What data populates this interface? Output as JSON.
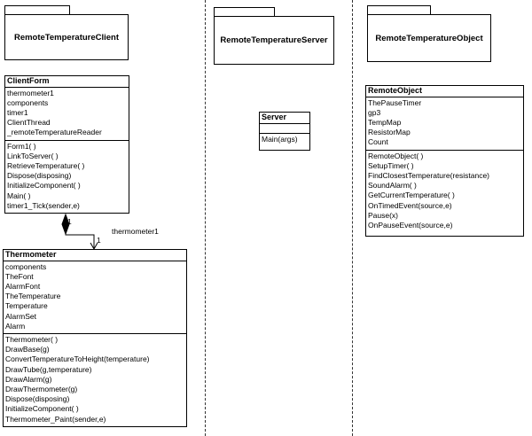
{
  "packages": {
    "client": "RemoteTemperatureClient",
    "server": "RemoteTemperatureServer",
    "object": "RemoteTemperatureObject"
  },
  "classes": {
    "client_form": {
      "name": "ClientForm",
      "attributes": [
        "thermometer1",
        "components",
        "timer1",
        "ClientThread",
        "_remoteTemperatureReader"
      ],
      "operations": [
        "Form1( )",
        "LinkToServer( )",
        "RetrieveTemperature( )",
        "Dispose(disposing)",
        "InitializeComponent( )",
        "Main( )",
        "timer1_Tick(sender,e)"
      ]
    },
    "thermometer": {
      "name": "Thermometer",
      "attributes": [
        "components",
        "TheFont",
        "AlarmFont",
        "TheTemperature",
        "Temperature",
        "AlarmSet",
        "Alarm"
      ],
      "operations": [
        "Thermometer( )",
        "DrawBase(g)",
        "ConvertTemperatureToHeight(temperature)",
        "DrawTube(g,temperature)",
        "DrawAlarm(g)",
        "DrawThermometer(g)",
        "Dispose(disposing)",
        "InitializeComponent( )",
        "Thermometer_Paint(sender,e)"
      ]
    },
    "server": {
      "name": "Server",
      "attributes": [],
      "operations": [
        "Main(args)"
      ]
    },
    "remote_object": {
      "name": "RemoteObject",
      "attributes": [
        "ThePauseTimer",
        "gp3",
        "TempMap",
        "ResistorMap",
        "Count"
      ],
      "operations": [
        "RemoteObject( )",
        "SetupTimer( )",
        "FindClosestTemperature(resistance)",
        "SoundAlarm( )",
        "GetCurrentTemperature( )",
        "OnTimedEvent(source,e)",
        "Pause(x)",
        "OnPauseEvent(source,e)"
      ]
    }
  },
  "association": {
    "role": "thermometer1",
    "source_multiplicity": "1",
    "target_multiplicity": "1"
  }
}
